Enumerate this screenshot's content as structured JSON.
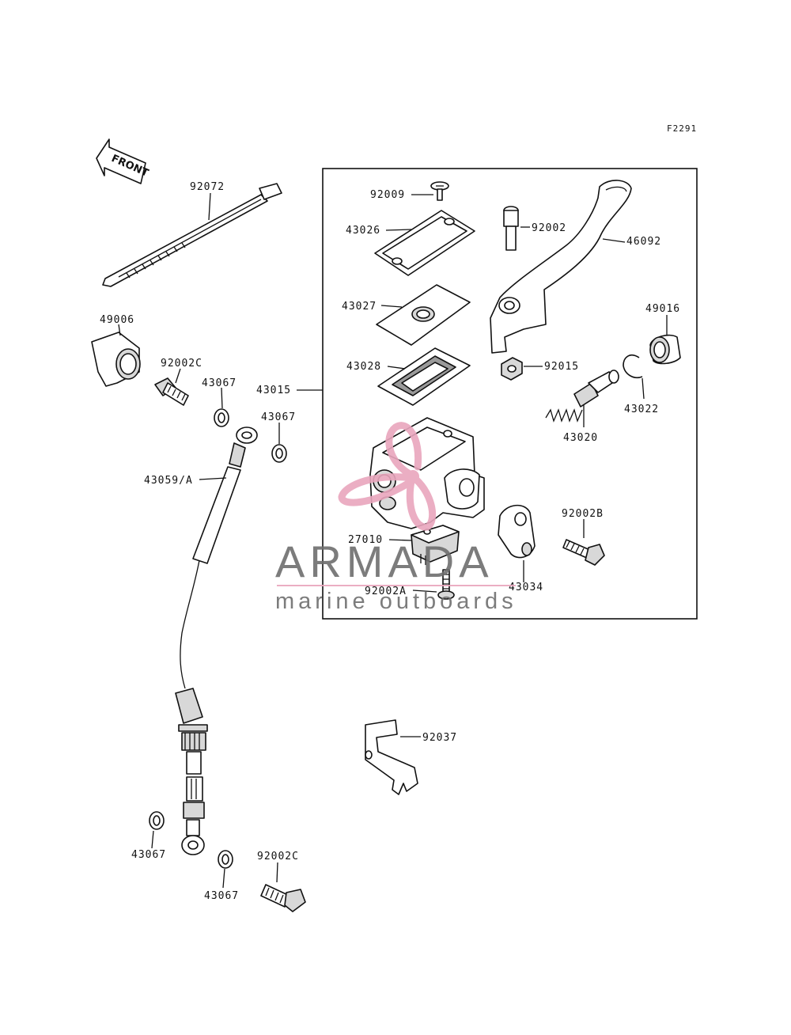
{
  "diagram": {
    "ref_code": "F2291",
    "front_label": "FRONT",
    "assembly_label": "43015",
    "labels": {
      "p92072": "92072",
      "p49006": "49006",
      "p92002c_top": "92002C",
      "p43067_a": "43067",
      "p43067_b": "43067",
      "p43059": "43059/A",
      "p92009": "92009",
      "p43026": "43026",
      "p43027": "43027",
      "p43028": "43028",
      "p92002": "92002",
      "p46092": "46092",
      "p49016": "49016",
      "p92015": "92015",
      "p43022": "43022",
      "p43020": "43020",
      "p92002b": "92002B",
      "p27010": "27010",
      "p92002a": "92002A",
      "p43034": "43034",
      "p92037": "92037",
      "p43067_c": "43067",
      "p43067_d": "43067",
      "p92002c_bottom": "92002C"
    }
  },
  "watermark": {
    "brand": "ARMADA",
    "tagline": "marine outboards",
    "accent_color": "#e9a6bd",
    "text_color": "#6e6e6e"
  }
}
